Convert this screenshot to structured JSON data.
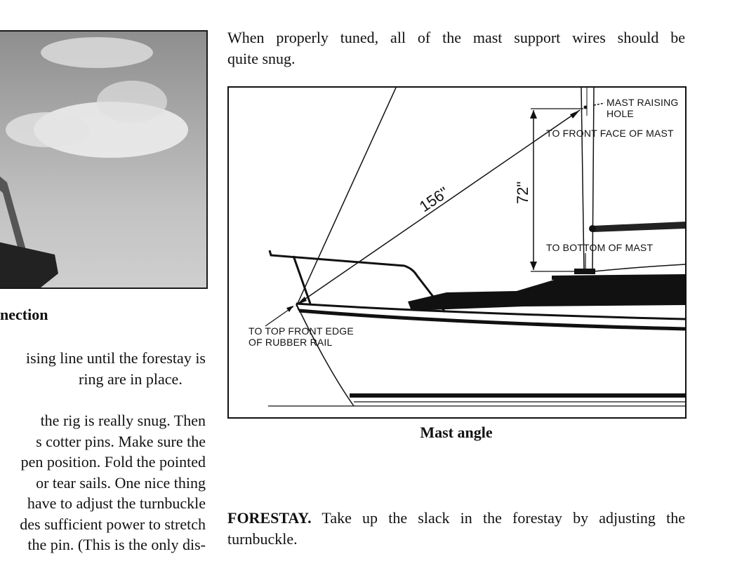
{
  "left_column": {
    "caption": "nection",
    "para1": [
      "ising line until the forestay is",
      "ring are in place."
    ],
    "para2": [
      "the rig is really snug.   Then",
      "s cotter pins.  Make sure the",
      "pen position.  Fold the pointed",
      "or tear sails.  One nice thing",
      "have to adjust the turnbuckle",
      "des sufficient power to stretch",
      "the pin. (This is the only dis-"
    ]
  },
  "right_column": {
    "intro_lines": [
      "When properly tuned, all of the mast support wires should be",
      "quite snug."
    ],
    "figure": {
      "labels": {
        "mast_raising_hole_1": "MAST RAISING",
        "mast_raising_hole_2": "HOLE",
        "front_face": "TO FRONT FACE OF MAST",
        "bottom_of_mast": "TO BOTTOM OF MAST",
        "rubber_rail_1": "TO TOP FRONT EDGE",
        "rubber_rail_2": "OF RUBBER RAIL",
        "dim_diagonal": "156\"",
        "dim_vertical": "72\""
      }
    },
    "figure_caption": "Mast angle",
    "forestay": {
      "term": "FORESTAY.",
      "line1": "Take up the slack in the forestay by adjusting the",
      "line2": "turnbuckle."
    }
  }
}
